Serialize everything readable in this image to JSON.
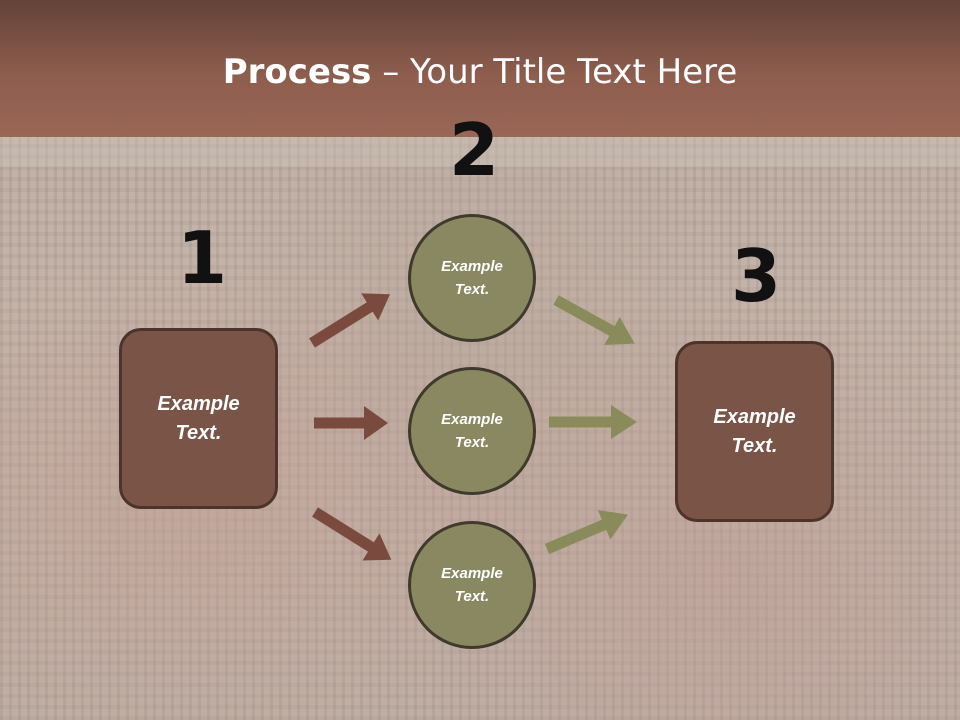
{
  "slide": {
    "title_bold": "Process",
    "title_rest": " – Your Title Text Here"
  },
  "steps": {
    "step1_number": "1",
    "step2_number": "2",
    "step3_number": "3"
  },
  "left_box": {
    "text": "Example\nText."
  },
  "right_box": {
    "text": "Example\nText."
  },
  "circles": [
    {
      "text": "Example\nText."
    },
    {
      "text": "Example\nText."
    },
    {
      "text": "Example\nText."
    }
  ],
  "colors": {
    "header": "#8d5d4d",
    "box_fill": "#7b5448",
    "circle_fill": "#8a8860",
    "brown_arrow": "#7a4a3e",
    "olive_arrow": "#8a8b5a"
  }
}
